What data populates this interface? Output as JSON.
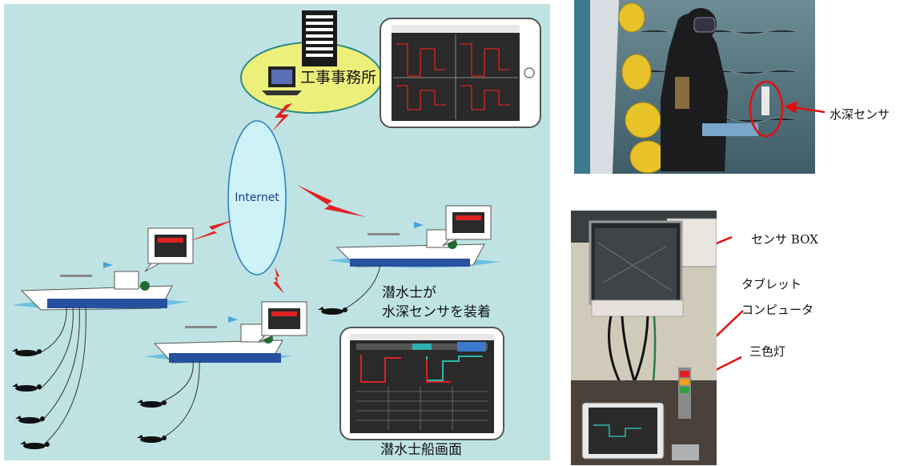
{
  "diagram": {
    "office_label": "工事事務所",
    "internet_label": "Internet",
    "diver_wearing_line1": "潜水士が",
    "diver_wearing_line2": "水深センサを装着",
    "tablet_screen_label": "潜水士船画面"
  },
  "photos": {
    "depth_sensor_label": "水深センサ",
    "sensor_box_label": "センサ BOX",
    "tablet_line1": "タブレット",
    "tablet_line2": "コンピュータ",
    "tri_lamp_label": "三色灯"
  },
  "colors": {
    "panel_bg": "#bfe3e3",
    "cloud_fill": "#ecf07a",
    "internet_fill": "#cdf2f7",
    "lightning": "#e22222",
    "annotation_red": "#e01010"
  }
}
